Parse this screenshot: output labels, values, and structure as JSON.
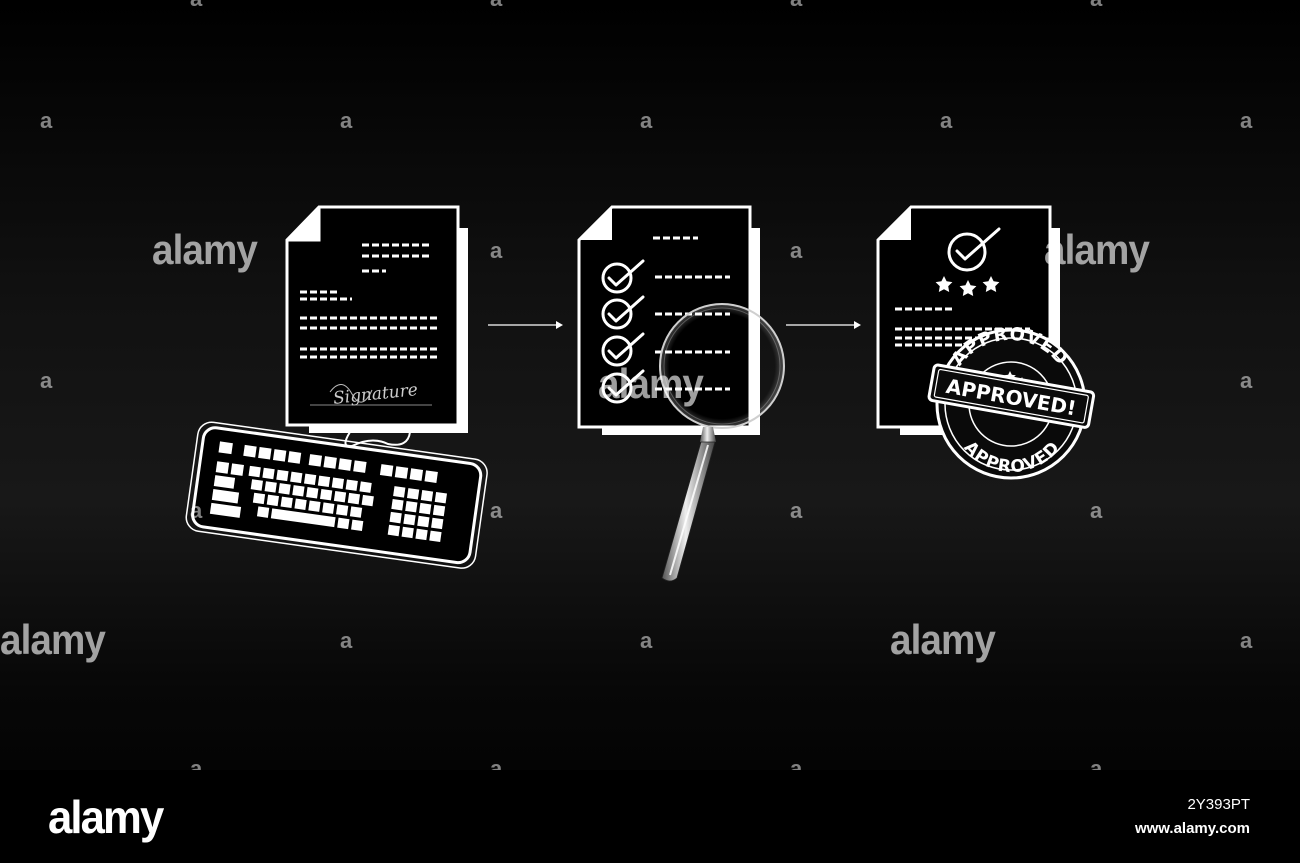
{
  "watermark": {
    "brand": "alamy",
    "small_mark": "a"
  },
  "illustration": {
    "signature_text": "Signature",
    "stamp_banner": "APPROVED!",
    "stamp_ring_top": "APPROVED",
    "stamp_ring_bottom": "APPROVED"
  },
  "footer": {
    "logo": "alamy",
    "image_id": "2Y393PT",
    "url": "www.alamy.com"
  },
  "colors": {
    "background": "#000000",
    "line_art": "#ffffff",
    "watermark": "rgba(255,255,255,0.6)"
  }
}
